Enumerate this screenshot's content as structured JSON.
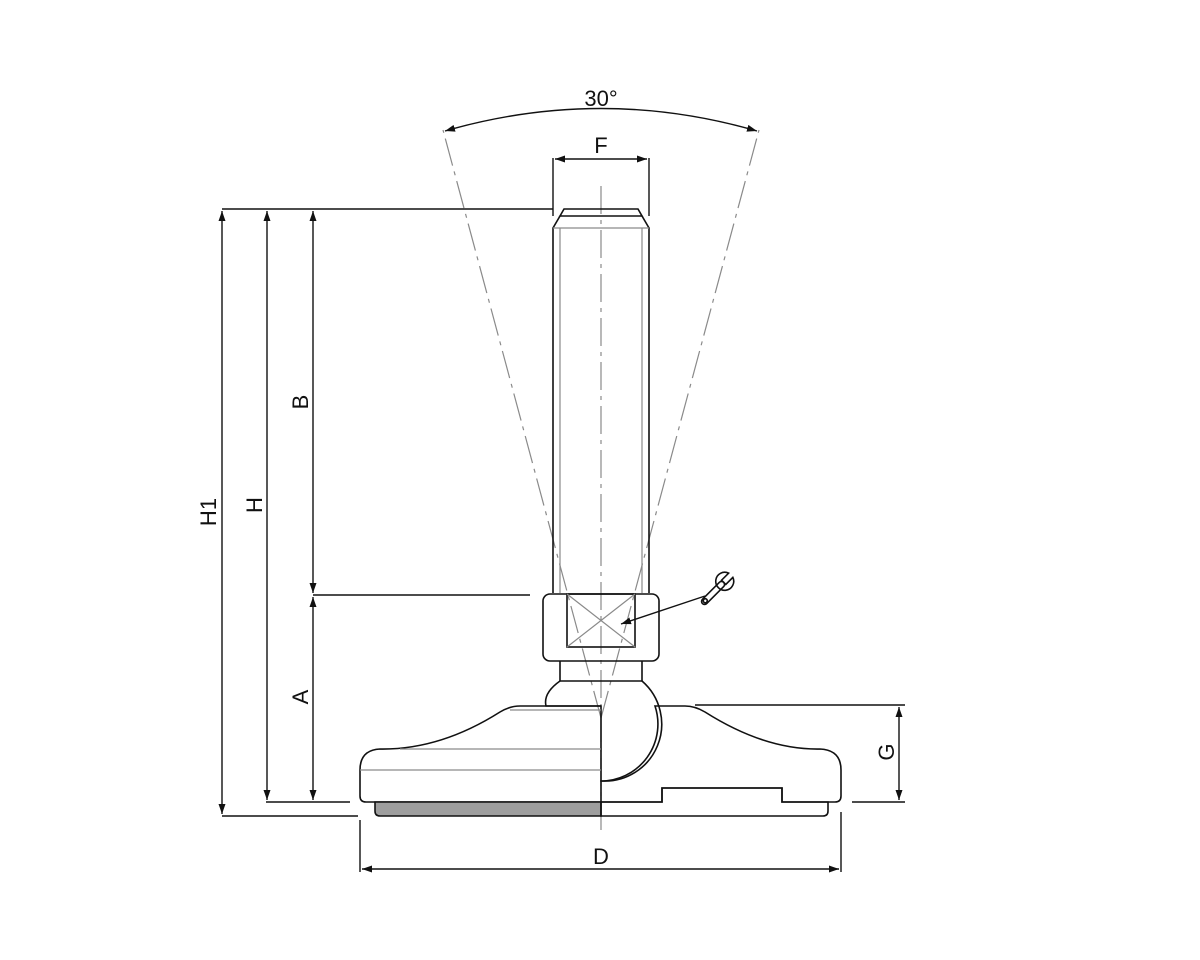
{
  "drawing": {
    "title": "Levelling foot technical drawing",
    "dimensions": {
      "angle": "30°",
      "F": "F",
      "B": "B",
      "H": "H",
      "H1": "H1",
      "A": "A",
      "G": "G",
      "D": "D"
    },
    "icons": {
      "wrench": "wrench-icon"
    },
    "colors": {
      "line": "#111111",
      "construction": "#8a8a8a",
      "pad": "#9e9e9e"
    }
  }
}
